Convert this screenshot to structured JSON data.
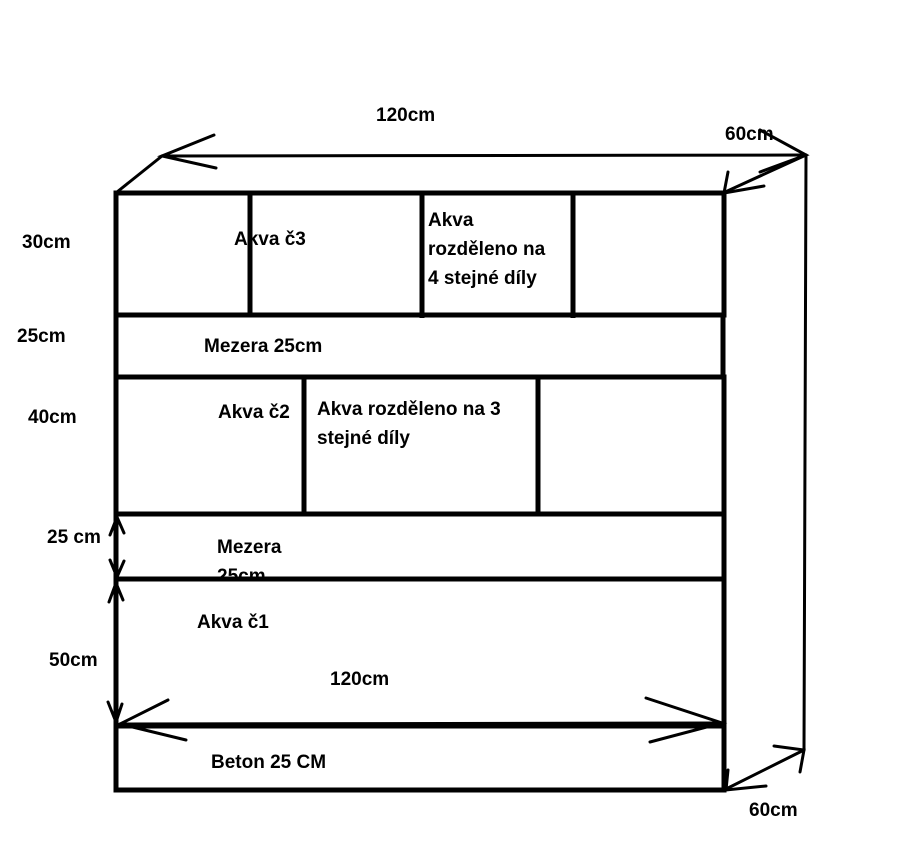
{
  "dimensions": {
    "top_width": "120cm",
    "top_depth": "60cm",
    "row_aquarium3_height": "30cm",
    "row_gap_upper_height": "25cm",
    "row_aquarium2_height": "40cm",
    "row_gap_lower_height": "25 cm",
    "row_aquarium1_height": "50cm",
    "inner_width": "120cm",
    "bottom_depth": "60cm"
  },
  "sections": {
    "aquarium3_label": "Akva č3",
    "aquarium3_note_lines": [
      "Akva",
      "rozděleno na",
      "4 stejné díly"
    ],
    "gap_upper_label": "Mezera 25cm",
    "aquarium2_label": "Akva č2",
    "aquarium2_note_lines": [
      "Akva rozděleno na 3",
      "stejné díly"
    ],
    "gap_lower_label": "Mezera 25cm",
    "aquarium1_label": "Akva č1",
    "concrete_label": "Beton 25 CM"
  }
}
